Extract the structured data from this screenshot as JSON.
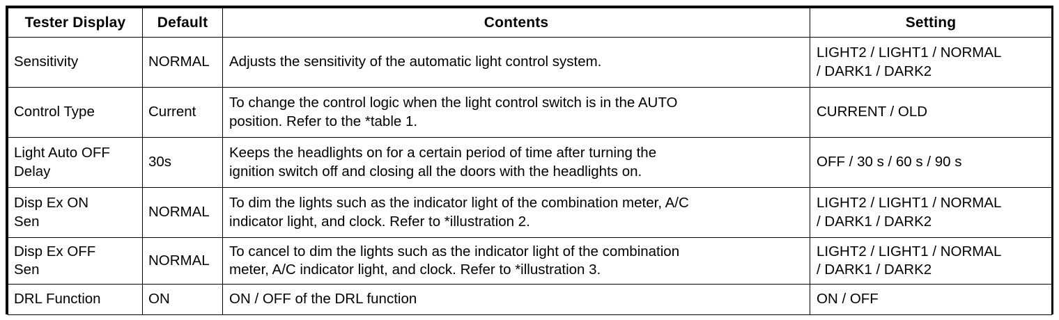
{
  "table": {
    "columns": [
      {
        "key": "display",
        "label": "Tester Display",
        "align": "center"
      },
      {
        "key": "default",
        "label": "Default",
        "align": "center"
      },
      {
        "key": "contents",
        "label": "Contents",
        "align": "center"
      },
      {
        "key": "setting",
        "label": "Setting",
        "align": "center"
      }
    ],
    "rows": [
      {
        "display_l1": "Sensitivity",
        "display_l2": "",
        "default": "NORMAL",
        "contents_l1": "Adjusts the sensitivity of the automatic light control system.",
        "contents_l2": "",
        "setting_l1": "LIGHT2 / LIGHT1 / NORMAL",
        "setting_l2": "/ DARK1 / DARK2"
      },
      {
        "display_l1": "Control Type",
        "display_l2": "",
        "default": "Current",
        "contents_l1": "To change the control logic when the light control switch is in the AUTO",
        "contents_l2": "position. Refer to the *table 1.",
        "setting_l1": "CURRENT / OLD",
        "setting_l2": ""
      },
      {
        "display_l1": "Light Auto OFF",
        "display_l2": "Delay",
        "default": "30s",
        "contents_l1": "Keeps the headlights on for a certain period of time after turning the",
        "contents_l2": "ignition switch off and closing all the doors with the headlights on.",
        "setting_l1": "OFF / 30 s / 60 s / 90 s",
        "setting_l2": ""
      },
      {
        "display_l1": "Disp Ex ON",
        "display_l2": "Sen",
        "default": "NORMAL",
        "contents_l1": "To dim the lights such as the indicator light of the combination meter, A/C",
        "contents_l2": "indicator light, and clock. Refer to *illustration 2.",
        "setting_l1": "LIGHT2 / LIGHT1 / NORMAL",
        "setting_l2": "/ DARK1 / DARK2"
      },
      {
        "display_l1": "Disp Ex OFF",
        "display_l2": "Sen",
        "default": "NORMAL",
        "contents_l1": "To cancel to dim the lights such as the indicator light of the combination",
        "contents_l2": "meter, A/C indicator light, and clock. Refer to *illustration 3.",
        "setting_l1": "LIGHT2 / LIGHT1 / NORMAL",
        "setting_l2": "/ DARK1 / DARK2"
      },
      {
        "display_l1": "DRL Function",
        "display_l2": "",
        "default": "ON",
        "contents_l1": "ON / OFF of the DRL function",
        "contents_l2": "",
        "setting_l1": "ON / OFF",
        "setting_l2": ""
      }
    ]
  },
  "colors": {
    "border": "#000000",
    "background": "#ffffff",
    "text": "#000000"
  }
}
